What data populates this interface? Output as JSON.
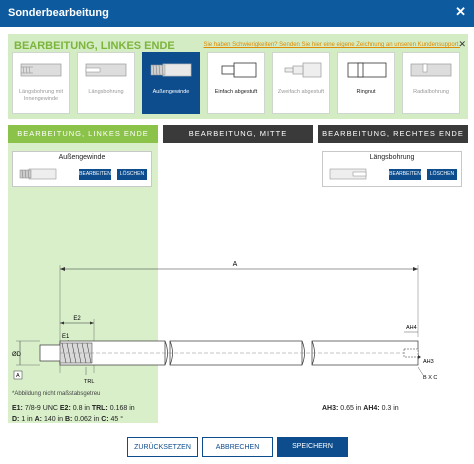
{
  "dialog": {
    "title": "Sonderbearbeitung",
    "close_glyph": "✕"
  },
  "options": {
    "heading": "BEARBEITUNG, LINKES ENDE",
    "help_link": "Sie haben Schwierigkeiten? Senden Sie hier eine eigene Zeichnung an unseren Kundensupport.",
    "close_glyph": "✕",
    "tiles": [
      {
        "label": "Längsbohrung mit Innengewinde",
        "icon": "threaded-bore-icon"
      },
      {
        "label": "Längsbohrung",
        "icon": "longitudinal-bore-icon"
      },
      {
        "label": "Außengewinde",
        "icon": "external-thread-icon"
      },
      {
        "label": "Einfach abgestuft",
        "icon": "single-step-icon"
      },
      {
        "label": "Zweifach abgestuft",
        "icon": "double-step-icon"
      },
      {
        "label": "Ringnut",
        "icon": "ring-groove-icon"
      },
      {
        "label": "Radialbohrung",
        "icon": "radial-bore-icon"
      }
    ]
  },
  "tabs": [
    "BEARBEITUNG, LINKES ENDE",
    "BEARBEITUNG, MITTE",
    "BEARBEITUNG, RECHTES ENDE"
  ],
  "left_card": {
    "title": "Außengewinde",
    "edit": "BEARBEITEN",
    "delete": "LÖSCHEN"
  },
  "right_card": {
    "title": "Längsbohrung",
    "edit": "BEARBEITEN",
    "delete": "LÖSCHEN"
  },
  "drawing": {
    "dim_a": "A",
    "dim_e2": "E2",
    "dim_e1": "E1",
    "dim_d": "ØD",
    "dim_trl": "TRL",
    "dim_ah4": "AH4",
    "dim_ah3": "AH3",
    "datum": "A",
    "tolerance_frame": "B X C"
  },
  "note": "*Abbildung nicht maßstabsgetreu",
  "specs": {
    "e1_key": "E1:",
    "e1_val": "7/8-9 UNC",
    "e2_key": "E2:",
    "e2_val": "0.8 in",
    "trl_key": "TRL:",
    "trl_val": "0.168 in",
    "d_key": "D:",
    "d_val": "1 in",
    "a_key": "A:",
    "a_val": "140 in",
    "b_key": "B:",
    "b_val": "0.062 in",
    "c_key": "C:",
    "c_val": "45 °",
    "ah3_key": "AH3:",
    "ah3_val": "0.65 in",
    "ah4_key": "AH4:",
    "ah4_val": "0.3 in"
  },
  "footer": {
    "reset": "ZURÜCKSETZEN",
    "cancel": "ABBRECHEN",
    "save": "SPEICHERN"
  },
  "colors": {
    "primary": "#0d4d8d",
    "accent_green": "#8bc34a",
    "light_green": "#d8efca",
    "link_orange": "#e08a00"
  }
}
